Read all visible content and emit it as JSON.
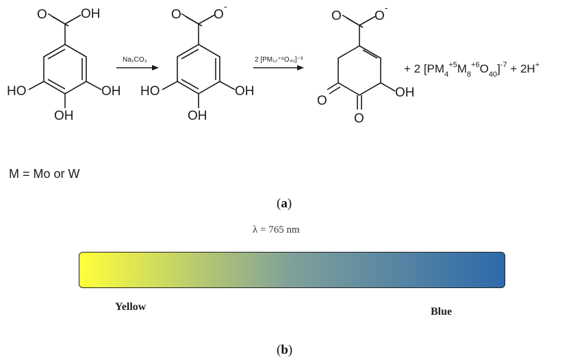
{
  "reaction": {
    "molecule1": {
      "oxo": "O",
      "oh_top": "OH",
      "oh_left": "HO",
      "oh_mid": "OH",
      "oh_right": "OH"
    },
    "arrow1": {
      "reagent": "Na₂CO₃"
    },
    "molecule2": {
      "oxo": "O",
      "o_minus": "O",
      "charge": "-",
      "oh_left": "HO",
      "oh_mid": "OH",
      "oh_right": "OH"
    },
    "arrow2": {
      "reagent": "2 [PM₁₂⁺⁶O₄₀]⁻³"
    },
    "molecule3": {
      "oxo": "O",
      "o_minus": "O",
      "charge": "-",
      "keto1": "O",
      "keto2": "O",
      "oh_right": "OH"
    },
    "products": {
      "prefix": "+ 2 [PM",
      "sub4": "4",
      "sup5": "+5",
      "m": "M",
      "sub8": "8",
      "sup6": "+6",
      "o": "O",
      "sub40": "40",
      "close": "]",
      "supcharge": "-7",
      "tail": " + 2H",
      "supplus": "+"
    }
  },
  "note": "M = Mo or W",
  "caption_a": {
    "open": "(",
    "letter": "a",
    "close": ")"
  },
  "wavelength": "λ = 765 nm",
  "gradient": {
    "start_color": "#ffff3a",
    "mid_color": "#7fa09a",
    "end_color": "#2e6aab",
    "label_left": "Yellow",
    "label_right": "Blue"
  },
  "caption_b": {
    "open": "(",
    "letter": "b",
    "close": ")"
  }
}
